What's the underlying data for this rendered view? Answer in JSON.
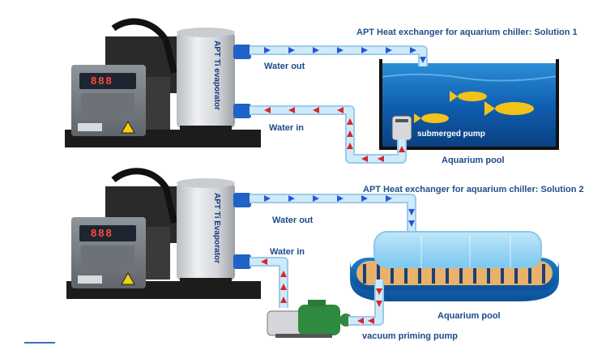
{
  "solution1": {
    "title": "APT Heat exchanger for aquarium chiller: Solution 1",
    "evaporator_label": "APT Ti evaporator",
    "water_out": "Water out",
    "water_in": "Water in",
    "pump_label": "submerged pump",
    "pool_label": "Aquarium pool"
  },
  "solution2": {
    "title": "APT Heat exchanger for aquarium chiller: Solution 2",
    "evaporator_label": "APT Ti Evaporator",
    "water_out": "Water out",
    "water_in": "Water in",
    "pool_label": "Aquarium pool",
    "pump_label": "vacuum priming pump"
  },
  "display_digits": "888",
  "colors": {
    "pipe": "#bfe3f7",
    "pipe_edge": "#9ccbe8",
    "arrow_blue": "#2a55d6",
    "arrow_red": "#d8262a",
    "label_blue": "#1a4a8a",
    "water_deep": "#0b5aa8",
    "water_light": "#33a6e0",
    "fish": "#f2c21a",
    "pump_green": "#2e8a3e"
  }
}
